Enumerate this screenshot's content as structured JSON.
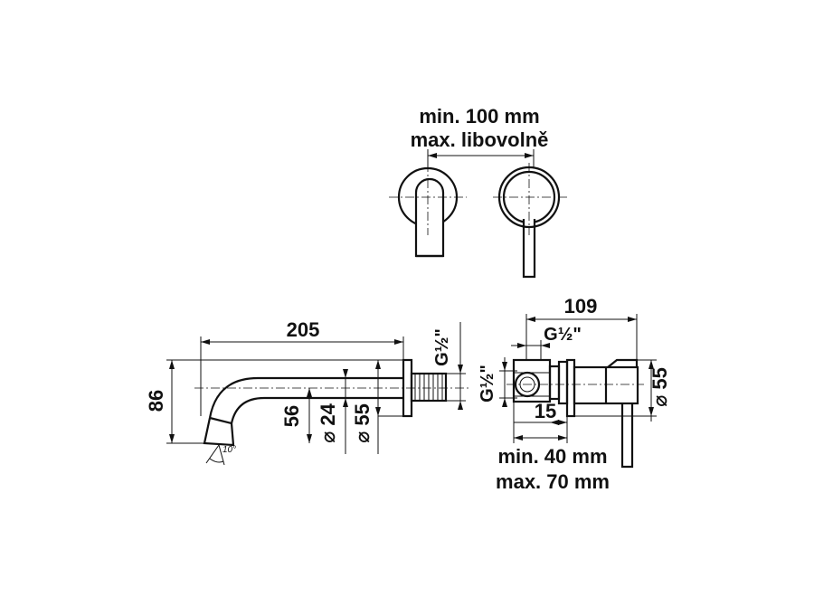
{
  "top_view": {
    "spacing_min": "min. 100 mm",
    "spacing_max": "max. libovolně"
  },
  "spout_side": {
    "length": "205",
    "height": "86",
    "dim_56": "56",
    "dia_24": "⌀ 24",
    "dia_55": "⌀ 55",
    "thread": "G½\"",
    "angle": "10°"
  },
  "mixer_side": {
    "total": "109",
    "thread_top": "G½\"",
    "thread_left": "G½\"",
    "dim_15": "15",
    "dia_55": "⌀ 55",
    "depth_min": "min. 40 mm",
    "depth_max": "max. 70 mm"
  }
}
